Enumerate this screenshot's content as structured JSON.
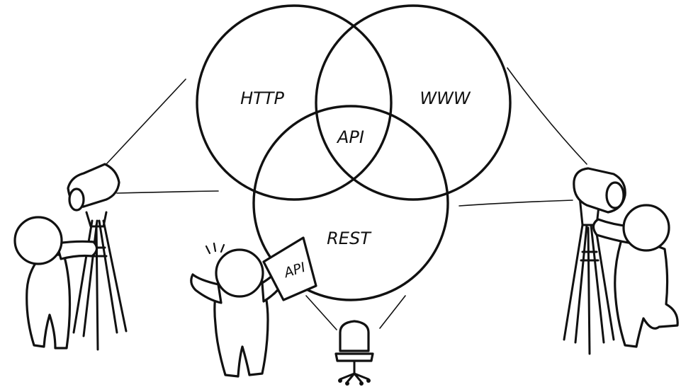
{
  "diagram": {
    "circles": [
      {
        "id": "http",
        "label": "HTTP"
      },
      {
        "id": "www",
        "label": "WWW"
      },
      {
        "id": "rest",
        "label": "REST"
      }
    ],
    "intersection_label": "API",
    "paper_sign_text": "API"
  },
  "colors": {
    "ink": "#111111",
    "background": "#ffffff"
  }
}
